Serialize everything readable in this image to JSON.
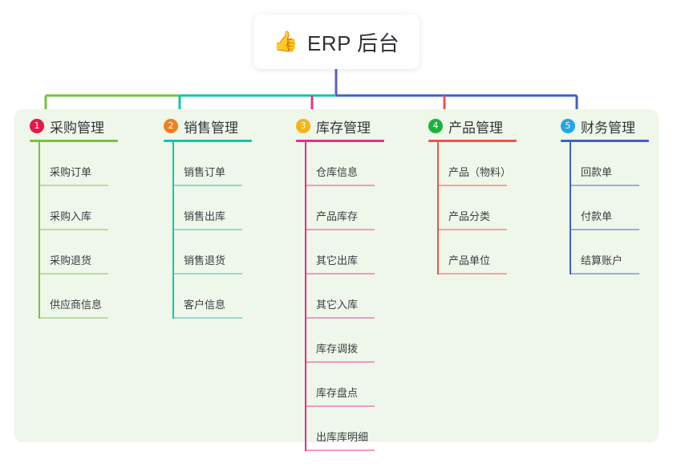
{
  "diagram": {
    "type": "mind-map",
    "root": {
      "icon": "thumbs-up-icon",
      "emoji": "👍",
      "title": "ERP 后台"
    },
    "panel_background": "#eef7e9",
    "root_connector_color": "#5a5ec7",
    "branches": [
      {
        "number": "1",
        "badge_color": "#e8174a",
        "color": "#7ac143",
        "light_color": "#bcdd9c",
        "title": "采购管理",
        "children": [
          {
            "label": "采购订单"
          },
          {
            "label": "采购入库"
          },
          {
            "label": "采购退货"
          },
          {
            "label": "供应商信息"
          }
        ]
      },
      {
        "number": "2",
        "badge_color": "#f08021",
        "color": "#16c4ab",
        "light_color": "#8fdcd3",
        "title": "销售管理",
        "children": [
          {
            "label": "销售订单"
          },
          {
            "label": "销售出库"
          },
          {
            "label": "销售退货"
          },
          {
            "label": "客户信息"
          }
        ]
      },
      {
        "number": "3",
        "badge_color": "#f5b514",
        "color": "#ea2d8c",
        "light_color": "#f09ac4",
        "title": "库存管理",
        "children": [
          {
            "label": "仓库信息"
          },
          {
            "label": "产品库存"
          },
          {
            "label": "其它出库"
          },
          {
            "label": "其它入库"
          },
          {
            "label": "库存调拨"
          },
          {
            "label": "库存盘点"
          },
          {
            "label": "出库库明细"
          }
        ]
      },
      {
        "number": "4",
        "badge_color": "#19b33d",
        "color": "#f0524d",
        "light_color": "#f5a3a0",
        "title": "产品管理",
        "children": [
          {
            "label": "产品（物料）"
          },
          {
            "label": "产品分类"
          },
          {
            "label": "产品单位"
          }
        ]
      },
      {
        "number": "5",
        "badge_color": "#22a8e0",
        "color": "#4160c4",
        "light_color": "#9badde",
        "title": "财务管理",
        "children": [
          {
            "label": "回款单"
          },
          {
            "label": "付款单"
          },
          {
            "label": "结算账户"
          }
        ]
      }
    ]
  }
}
